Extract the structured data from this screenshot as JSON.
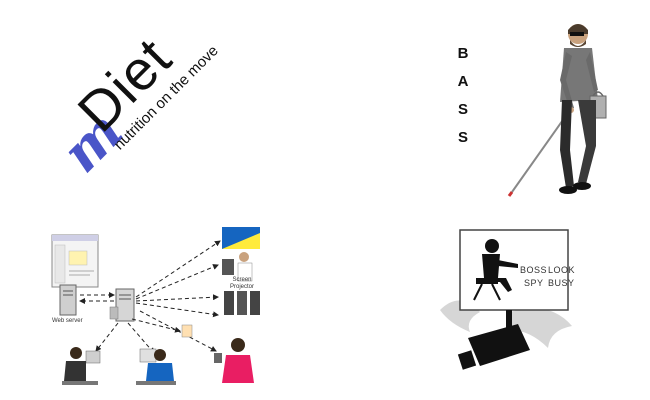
{
  "mdiet_logo": {
    "m_letter": "m",
    "word": "Diet",
    "tagline": "nutrition on the move",
    "m_color": "#4a55c8"
  },
  "bass": {
    "letters": [
      "B",
      "A",
      "S",
      "S"
    ]
  },
  "network": {
    "web_server_label": "Web server",
    "projector_label_lines": [
      "Screen",
      "Projector"
    ]
  },
  "boss_logo": {
    "boss": "BOSS",
    "look": "LOOK",
    "spy": "SPY",
    "busy": "BUSY"
  }
}
